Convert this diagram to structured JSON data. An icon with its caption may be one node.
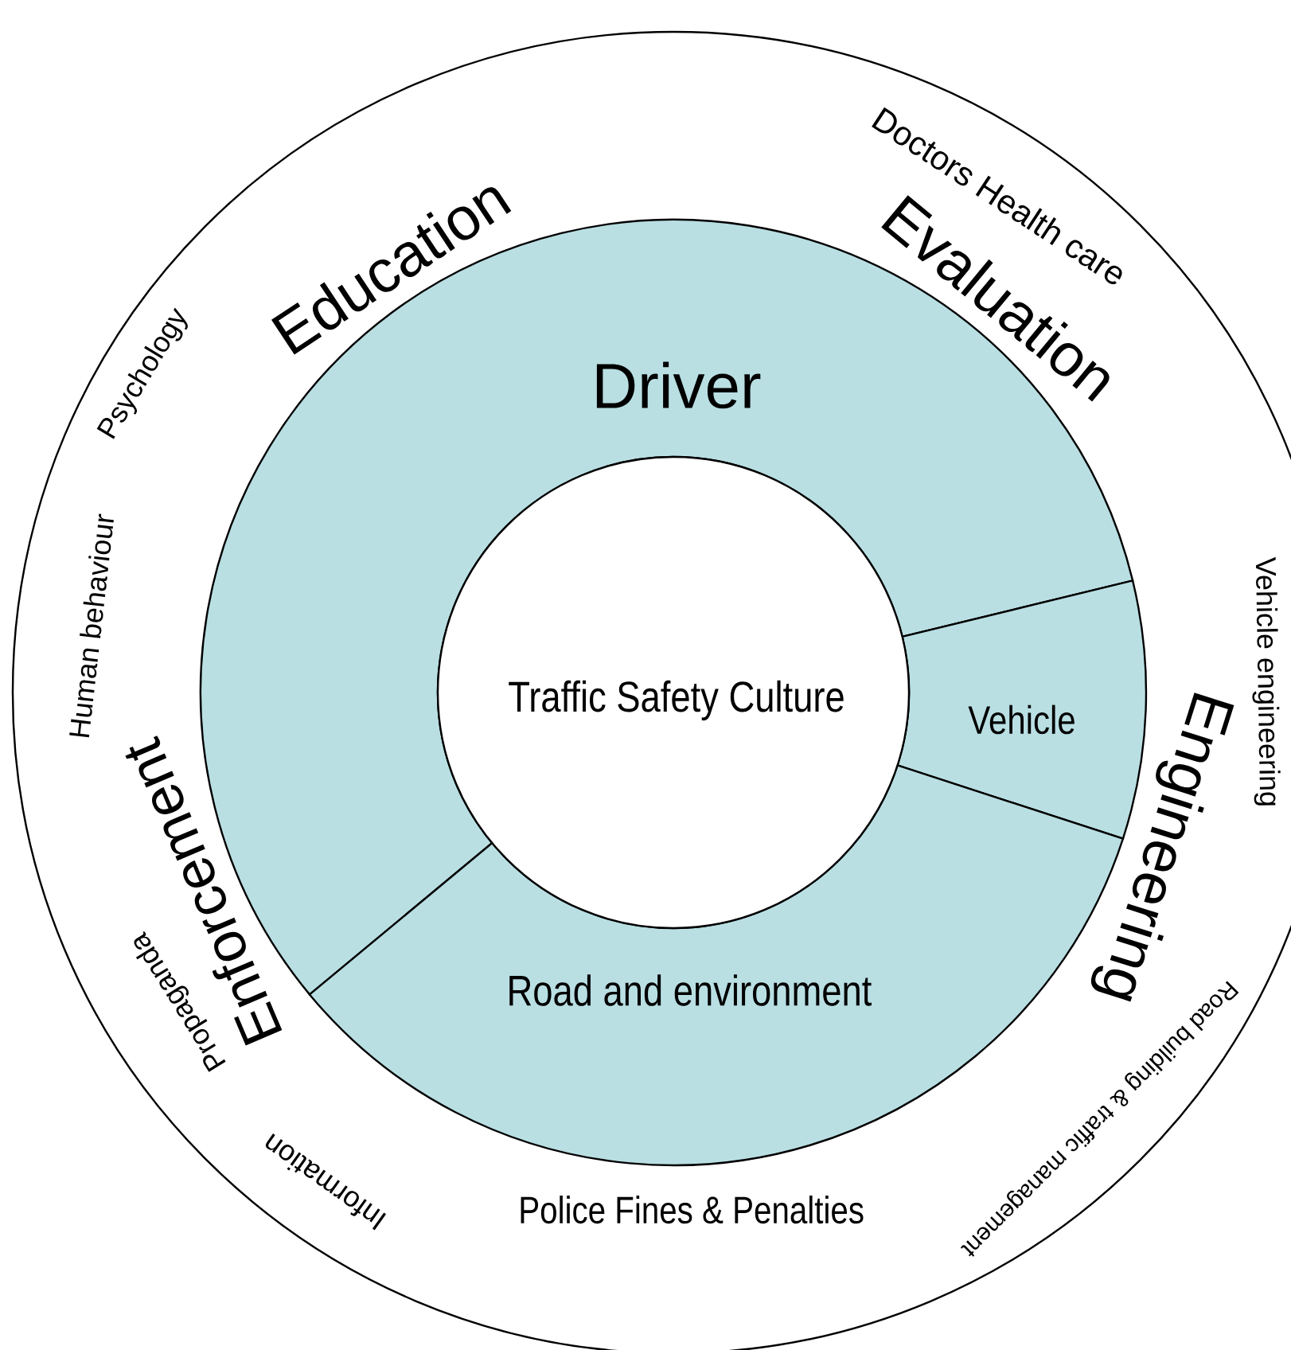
{
  "diagram": {
    "nodes": [
      {
        "text": [
          "Doctors Health care",
          "Education",
          "Evaluation",
          "Psychology",
          "Human behaviour",
          "Vehicle engineering",
          "Engineering",
          "Enforcement",
          "Propaganda",
          "Road building & traffic management",
          "Information",
          "Police Fines & Penalties"
        ]
      },
      {
        "text": [
          "Driver"
        ],
        "in": 0
      },
      {
        "text": [
          "Vehicle"
        ],
        "in": 0
      },
      {
        "text": [
          "Road and environment"
        ],
        "in": 0
      },
      {
        "text": [
          "Traffic Safety Culture"
        ],
        "in": 0
      }
    ]
  }
}
